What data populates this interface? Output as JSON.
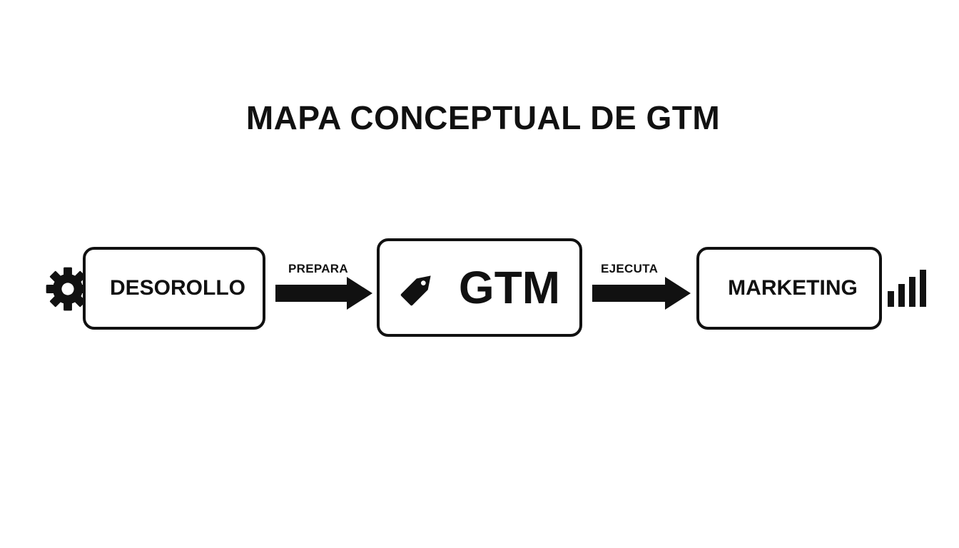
{
  "title": "MAPA CONCEPTUAL DE GTM",
  "nodes": {
    "dev": {
      "label": "DESOROLLO",
      "icon": "gear-icon"
    },
    "gtm": {
      "label": "GTM",
      "icon": "tag-icon"
    },
    "marketing": {
      "label": "MARKETING",
      "icon": "bar-chart-icon"
    }
  },
  "edges": [
    {
      "label": "PREPARA",
      "from": "DESOROLLO",
      "to": "GTM"
    },
    {
      "label": "EJECUTA",
      "from": "GTM",
      "to": "MARKETING"
    }
  ],
  "colors": {
    "ink": "#111111",
    "background": "#ffffff"
  }
}
